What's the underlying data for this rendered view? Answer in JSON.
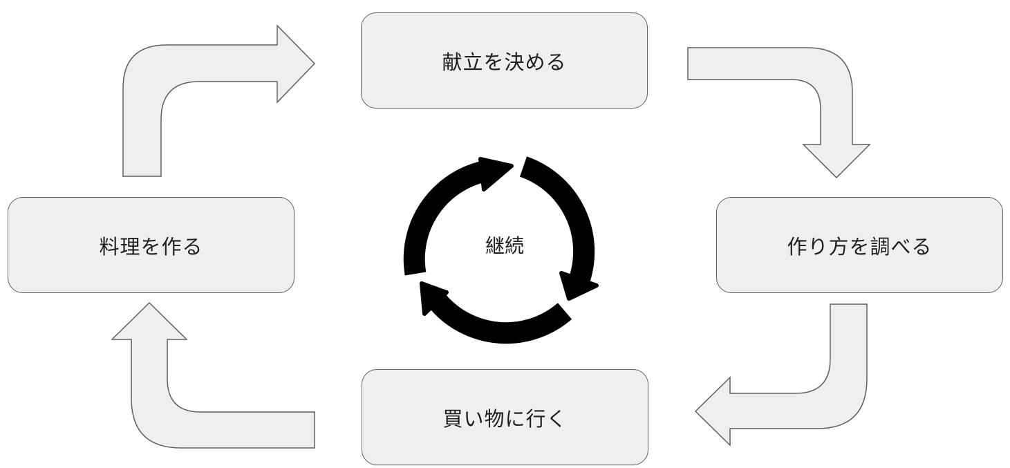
{
  "steps": {
    "plan_menu": "献立を決める",
    "research_recipe": "作り方を調べる",
    "go_shopping": "買い物に行く",
    "cook": "料理を作る"
  },
  "center": {
    "label": "継続",
    "icon": "cycle-arrows-icon"
  },
  "colors": {
    "box_fill": "#efefef",
    "box_border": "#5f5f5f",
    "cycle_icon": "#000000",
    "text": "#1f1f1f"
  }
}
